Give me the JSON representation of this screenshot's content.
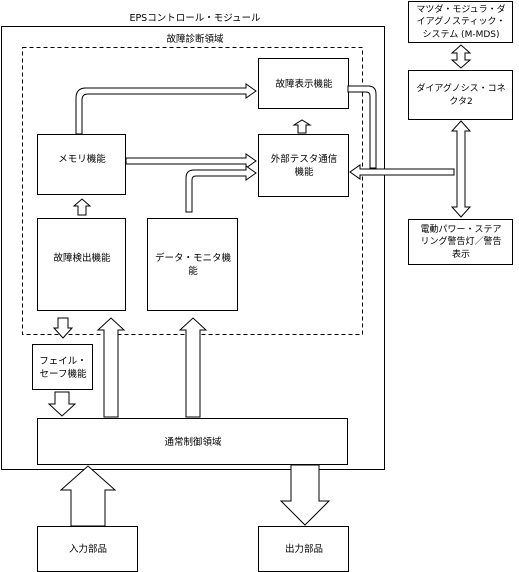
{
  "diagram": {
    "ecu_title": "EPSコントロール・モジュール",
    "diag_area_title": "故障診断領域",
    "fault_display": "故障表示機能",
    "memory": "メモリ機能",
    "external_tester": "外部テスタ通信\n機能",
    "fault_detect": "故障検出機能",
    "data_monitor": "データ・モニタ機\n能",
    "failsafe": "フェイル・\nセーフ機能",
    "normal_control": "通常制御領域",
    "input_parts": "入力部品",
    "output_parts": "出力部品",
    "mazda_mds": "マツダ・モジュラ・ダ\nイアグノスティック・\nシステム (M-MDS)",
    "dlc2": "ダイアグノシス・コネ\nクタ2",
    "eps_warning": "電動パワー・ステア\nリング警告灯／警告\n表示"
  }
}
